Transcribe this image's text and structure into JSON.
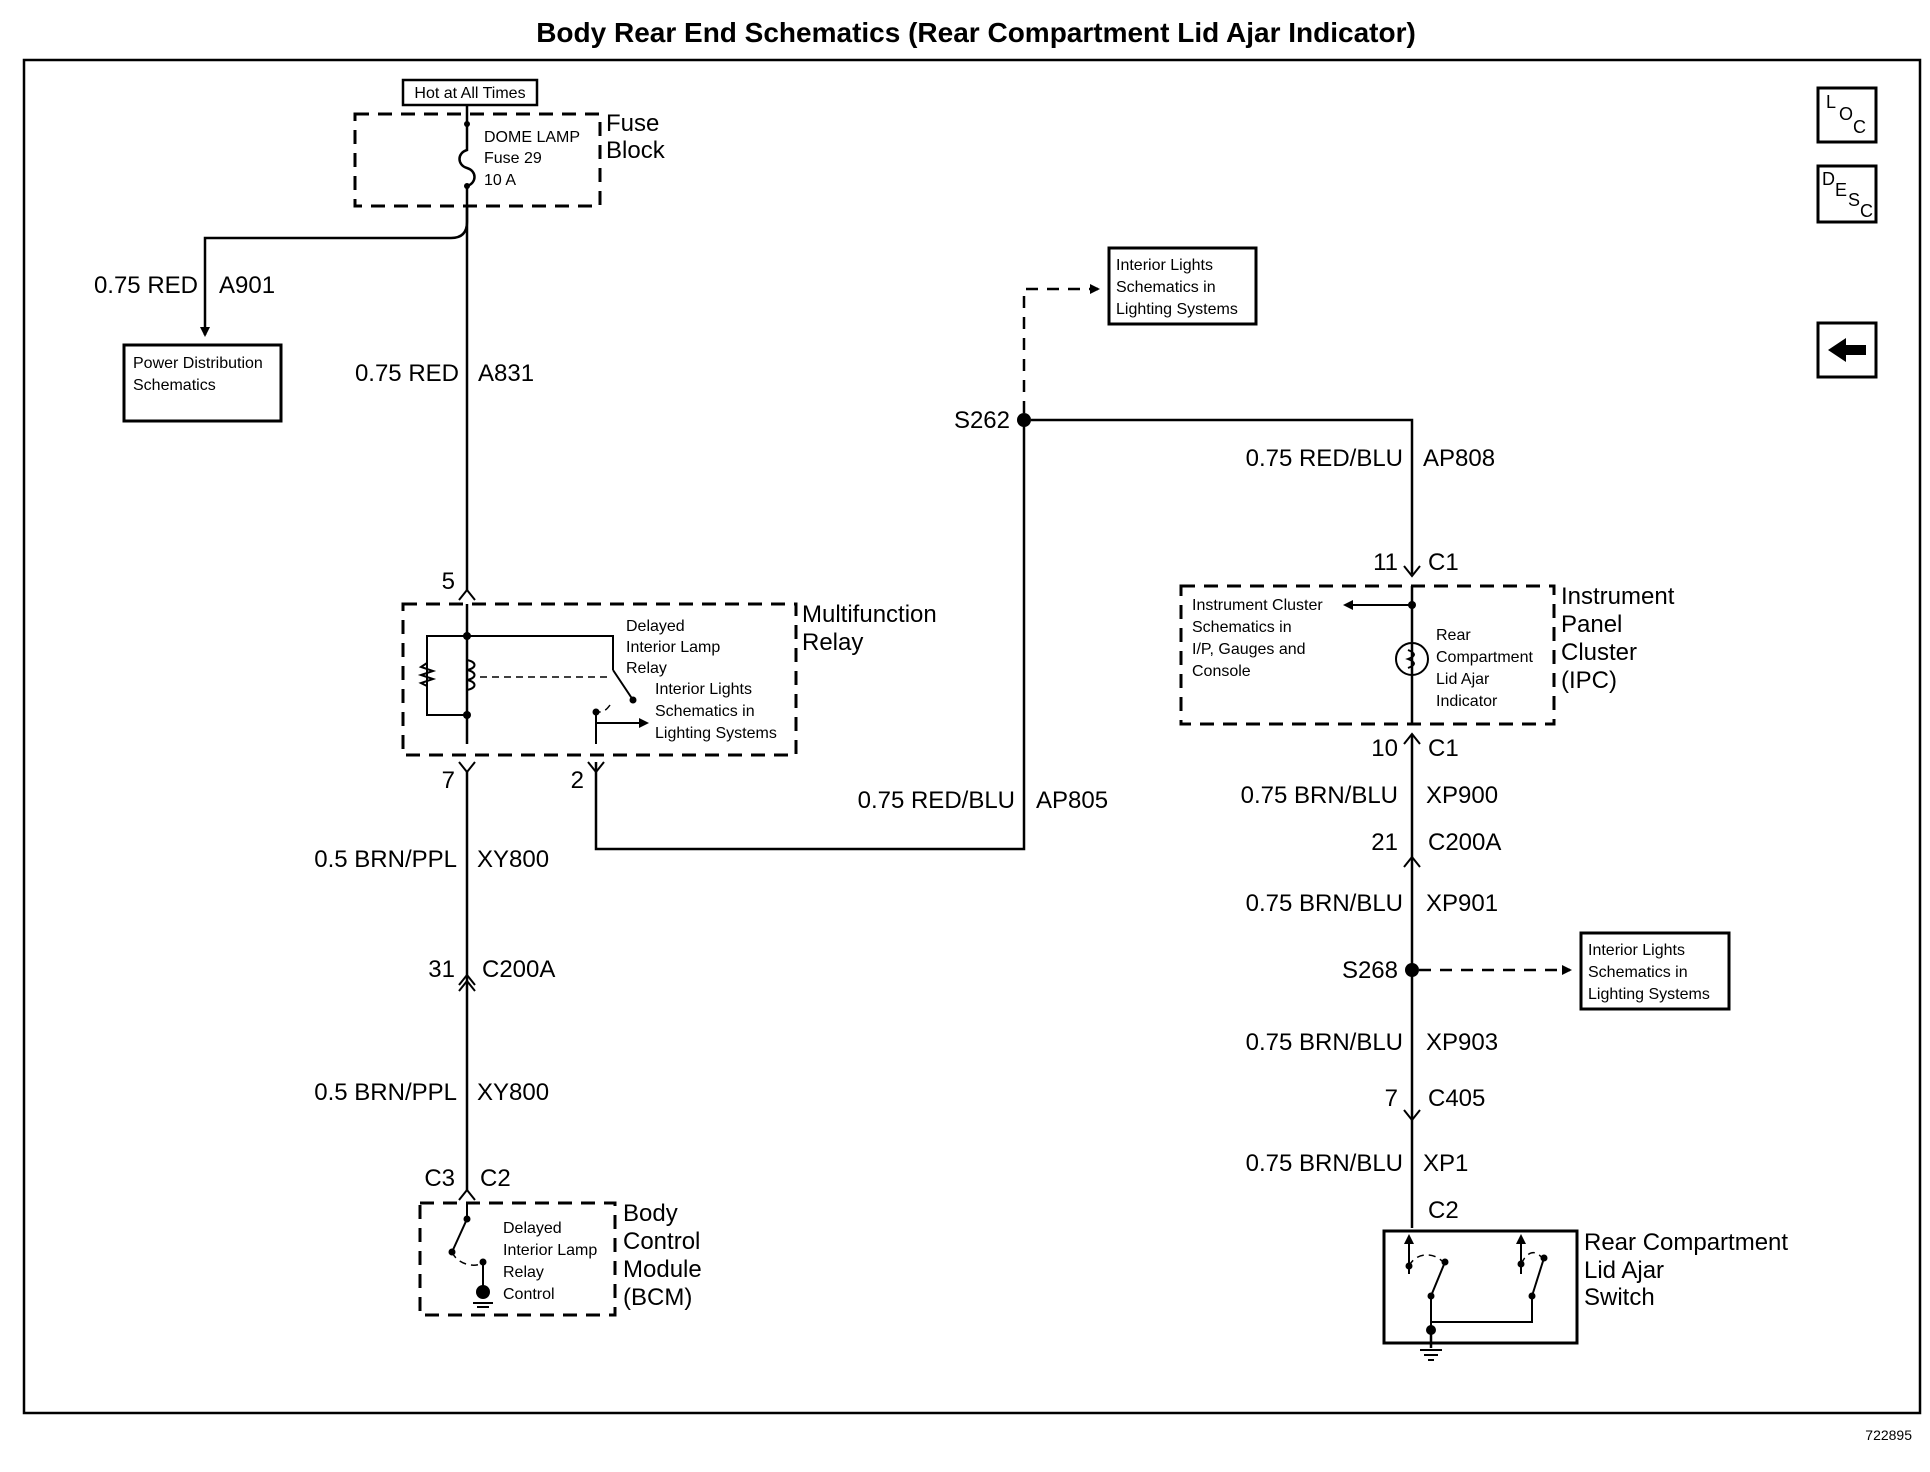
{
  "title": "Body Rear End Schematics (Rear Compartment Lid Ajar Indicator)",
  "drawing_number": "722895",
  "nav": {
    "loc": {
      "l": "L",
      "o": "O",
      "c": "C"
    },
    "desc": {
      "d": "D",
      "e": "E",
      "s": "S",
      "c": "C"
    },
    "back_icon": "arrow-left-icon"
  },
  "fuse_block": {
    "hot_label": "Hot at All Times",
    "fuse_lines": [
      "DOME LAMP",
      "Fuse 29",
      "10 A"
    ],
    "name_lines": [
      "Fuse",
      "Block"
    ]
  },
  "wires": {
    "a901": {
      "spec": "0.75 RED",
      "circuit": "A901"
    },
    "a831": {
      "spec": "0.75 RED",
      "circuit": "A831"
    },
    "ap805": {
      "spec": "0.75 RED/BLU",
      "circuit": "AP805"
    },
    "ap808": {
      "spec": "0.75 RED/BLU",
      "circuit": "AP808"
    },
    "xy800_top": {
      "spec": "0.5 BRN/PPL",
      "circuit": "XY800"
    },
    "xy800_bot": {
      "spec": "0.5 BRN/PPL",
      "circuit": "XY800"
    },
    "xp900": {
      "spec": "0.75 BRN/BLU",
      "circuit": "XP900"
    },
    "xp901": {
      "spec": "0.75 BRN/BLU",
      "circuit": "XP901"
    },
    "xp903": {
      "spec": "0.75 BRN/BLU",
      "circuit": "XP903"
    },
    "xp1": {
      "spec": "0.75 BRN/BLU",
      "circuit": "XP1"
    }
  },
  "references": {
    "power_distribution": [
      "Power Distribution",
      "Schematics"
    ],
    "interior_lights_top": [
      "Interior Lights",
      "Schematics in",
      "Lighting Systems"
    ],
    "interior_lights_right": [
      "Interior Lights",
      "Schematics in",
      "Lighting Systems"
    ]
  },
  "splices": {
    "s262": "S262",
    "s268": "S268"
  },
  "multifunction_relay": {
    "name_lines": [
      "Multifunction",
      "Relay"
    ],
    "relay_lines": [
      "Delayed",
      "Interior Lamp",
      "Relay"
    ],
    "output_lines": [
      "Interior Lights",
      "Schematics in",
      "Lighting Systems"
    ],
    "pin_top": "5",
    "pin_bottom_left": "7",
    "pin_bottom_right": "2"
  },
  "connectors": {
    "c200a_left": {
      "pin": "31",
      "name": "C200A"
    },
    "bcm_top": {
      "left": "C3",
      "right": "C2"
    },
    "ipc_top": {
      "pin": "11",
      "name": "C1"
    },
    "ipc_bottom": {
      "pin": "10",
      "name": "C1"
    },
    "c200a_right": {
      "pin": "21",
      "name": "C200A"
    },
    "c405": {
      "pin": "7",
      "name": "C405"
    },
    "switch_top": {
      "name": "C2"
    }
  },
  "ipc": {
    "name_lines": [
      "Instrument",
      "Panel",
      "Cluster",
      "(IPC)"
    ],
    "ref_lines": [
      "Instrument Cluster",
      "Schematics in",
      "I/P, Gauges and",
      "Console"
    ],
    "indicator_lines": [
      "Rear",
      "Compartment",
      "Lid Ajar",
      "Indicator"
    ]
  },
  "bcm": {
    "name_lines": [
      "Body",
      "Control",
      "Module",
      "(BCM)"
    ],
    "control_lines": [
      "Delayed",
      "Interior Lamp",
      "Relay",
      "Control"
    ]
  },
  "switch": {
    "name_lines": [
      "Rear Compartment",
      "Lid Ajar",
      "Switch"
    ]
  }
}
